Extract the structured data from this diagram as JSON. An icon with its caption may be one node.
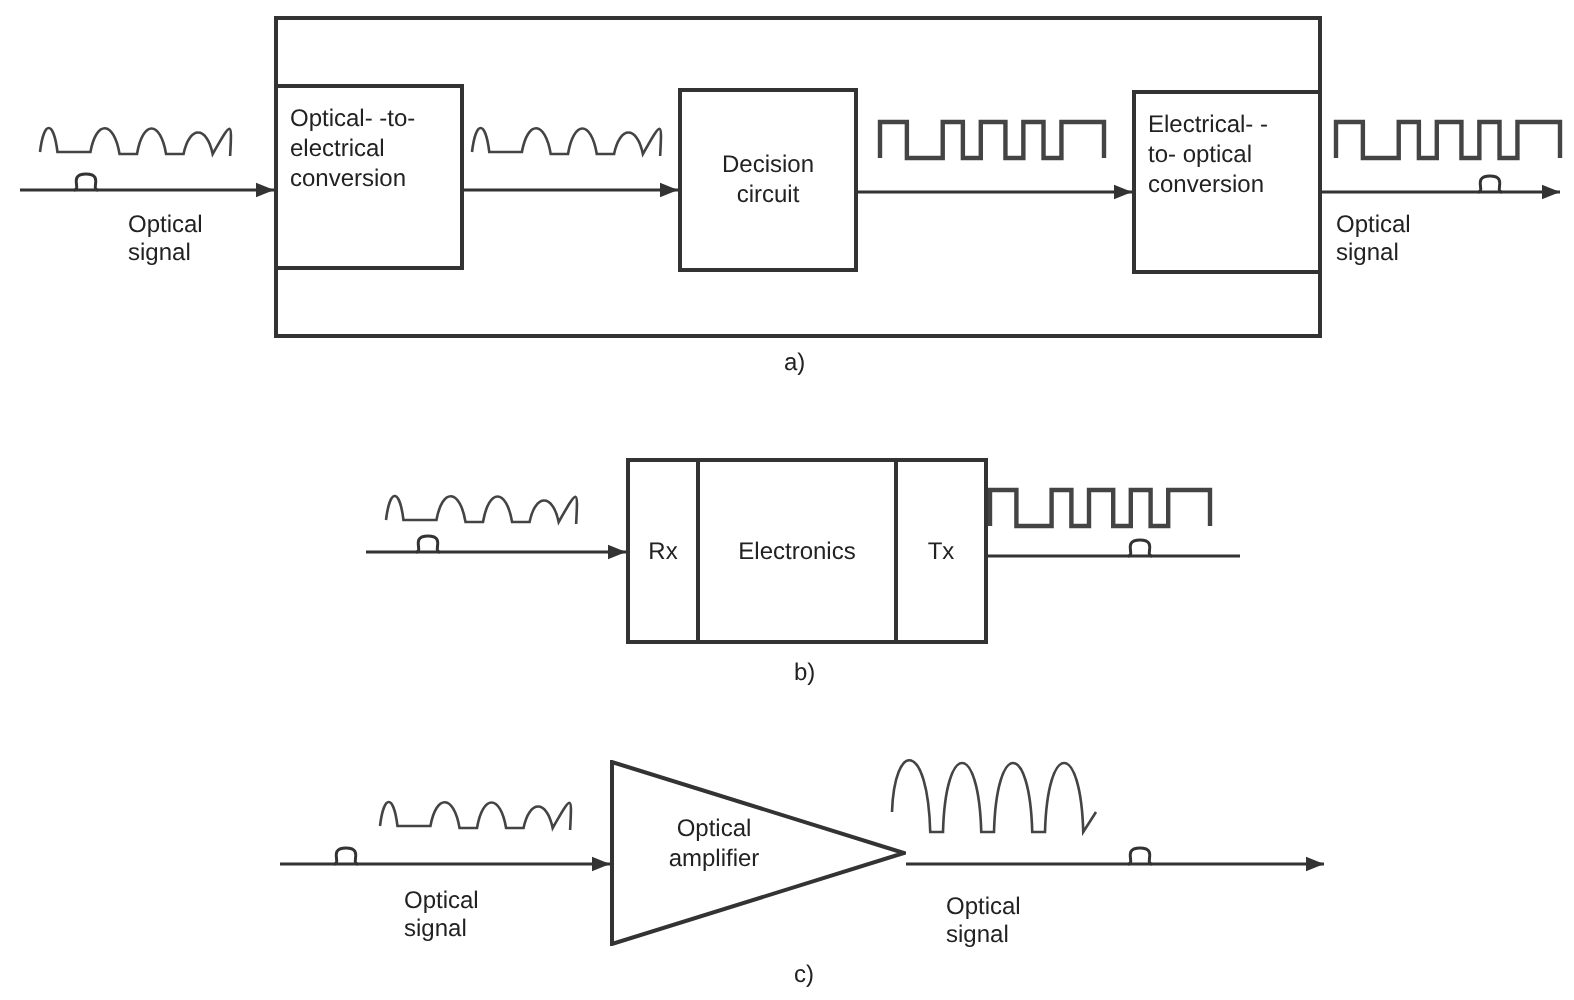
{
  "diagram": {
    "nodes": [
      {
        "text": [],
        "shape": "box"
      },
      {
        "text": [
          "Optical- -to- electrical conversion"
        ],
        "in": 0
      },
      {
        "text": [
          "Decision circuit"
        ],
        "in": 0
      },
      {
        "text": [
          "Electrical- -to- optical conversion"
        ],
        "in": 0
      },
      {
        "text": [
          "Rx"
        ]
      },
      {
        "text": [
          "Electronics"
        ]
      },
      {
        "text": [
          "Tx"
        ]
      },
      {
        "text": [
          "Optical amplifier"
        ]
      }
    ],
    "edges": [
      {
        "from": null,
        "to": 1,
        "arrow": "to"
      },
      {
        "from": 1,
        "to": 2,
        "arrow": "to"
      },
      {
        "from": 2,
        "to": 3,
        "arrow": "to"
      },
      {
        "from": 3,
        "to": null,
        "arrow": "to"
      },
      {
        "from": null,
        "to": 4,
        "arrow": "to"
      },
      {
        "from": 6,
        "to": null,
        "arrow": "none"
      },
      {
        "from": null,
        "to": 7,
        "arrow": "to"
      },
      {
        "from": 7,
        "to": null,
        "arrow": "to"
      }
    ],
    "labels": [
      "Optical signal",
      "Optical signal",
      "a)",
      "b)",
      "Optical signal",
      "Optical signal",
      "c)"
    ]
  }
}
